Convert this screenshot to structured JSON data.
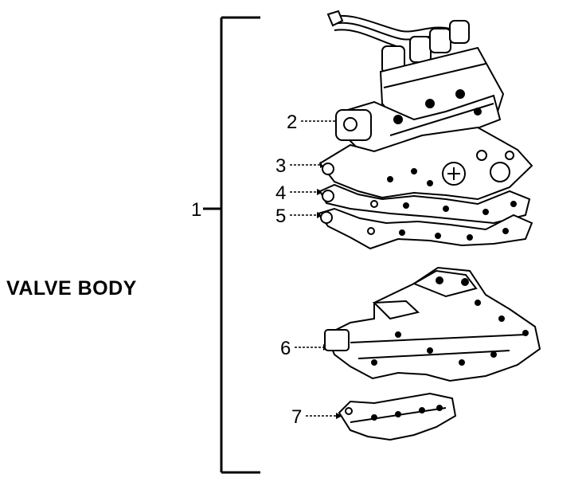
{
  "title": "VALVE BODY",
  "callouts": [
    "1",
    "2",
    "3",
    "4",
    "5",
    "6",
    "7"
  ]
}
